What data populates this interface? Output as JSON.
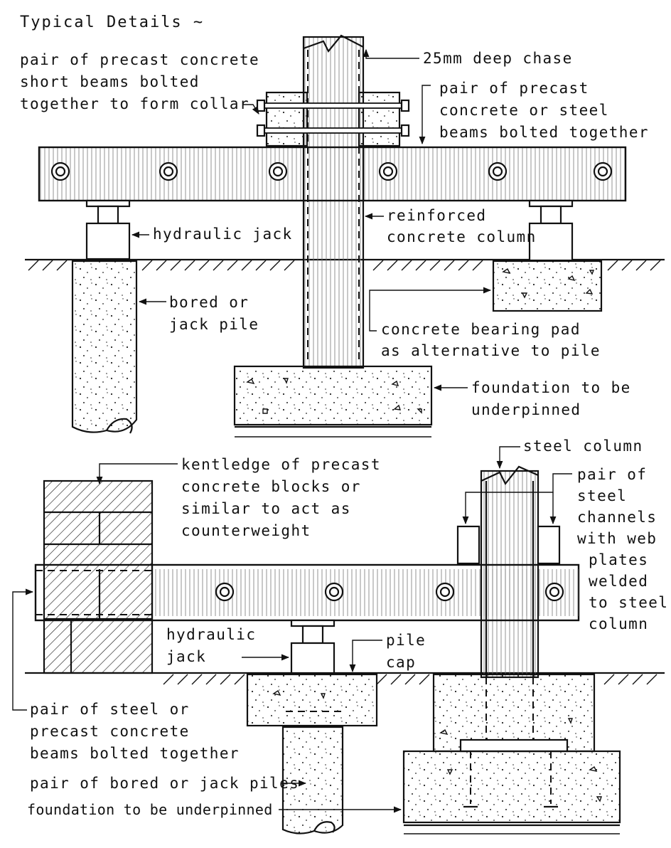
{
  "title": "Typical Details ~",
  "labels": {
    "collar": [
      "pair of precast concrete",
      "short beams bolted",
      "together to form collar"
    ],
    "chase": "25mm deep chase",
    "top_beams": [
      "pair of precast",
      "concrete or steel",
      "beams bolted together"
    ],
    "jack_top": "hydraulic jack",
    "rc_column": [
      "reinforced",
      "concrete column"
    ],
    "bored_pile": [
      "bored or",
      "jack pile"
    ],
    "bearing_pad": [
      "concrete bearing pad",
      "as alternative to pile"
    ],
    "foundation_top": [
      "foundation to be",
      "underpinned"
    ],
    "steel_column": "steel column",
    "kentledge": [
      "kentledge of precast",
      "concrete blocks or",
      "similar to act as",
      "counterweight"
    ],
    "channels": [
      "pair of",
      "steel",
      "channels",
      "with web",
      "plates",
      "welded",
      "to steel",
      "column"
    ],
    "jack_bottom": [
      "hydraulic",
      "jack"
    ],
    "pile_cap": [
      "pile",
      "cap"
    ],
    "bottom_beams": [
      "pair of steel or",
      "precast concrete",
      "beams bolted together"
    ],
    "piles": "pair of bored or jack piles",
    "foundation_bottom": "foundation to be underpinned"
  },
  "icons": [
    "hydraulic-jack-icon",
    "bolt-icon",
    "concrete-hatch",
    "ground-hatch"
  ]
}
